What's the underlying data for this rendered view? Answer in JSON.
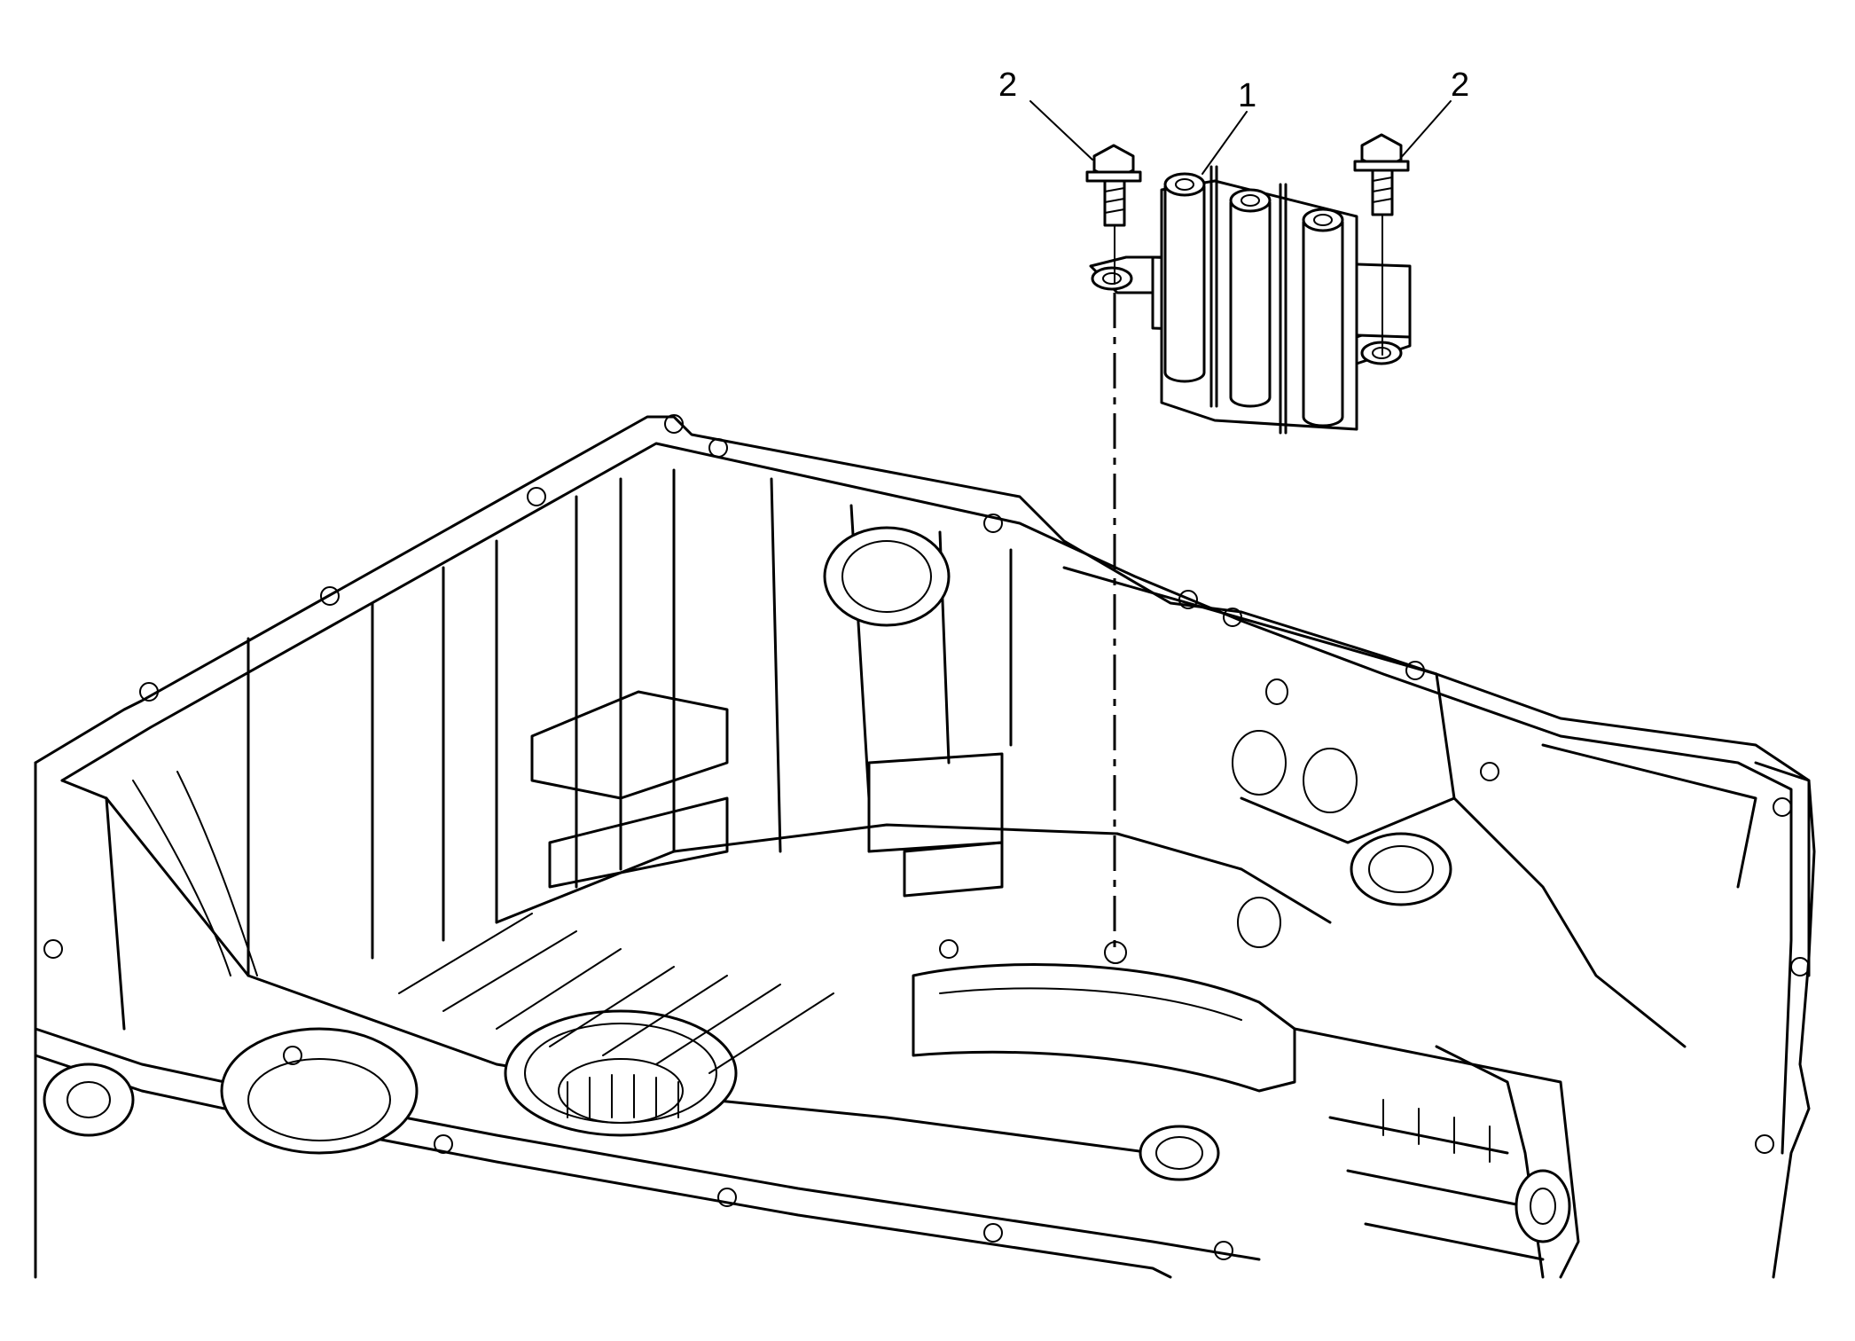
{
  "callouts": {
    "left_bolt": "2",
    "component": "1",
    "right_bolt": "2"
  }
}
